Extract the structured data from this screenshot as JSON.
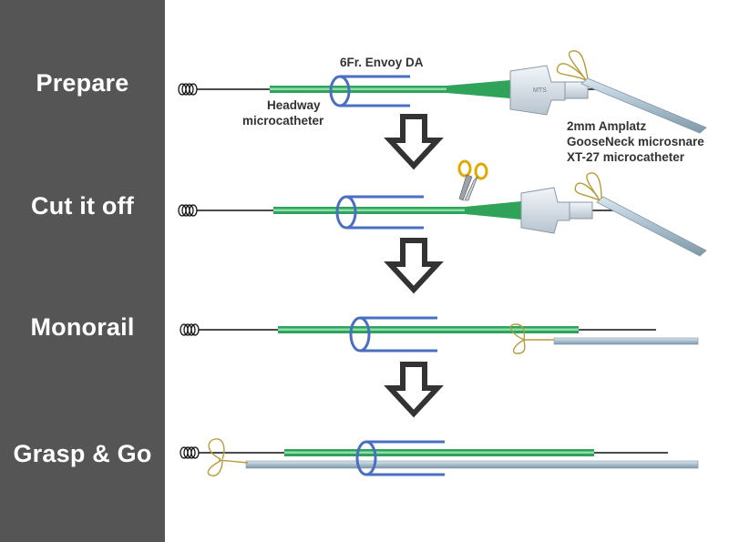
{
  "steps": [
    {
      "label": "Prepare"
    },
    {
      "label": "Cut it off"
    },
    {
      "label": "Monorail"
    },
    {
      "label": "Grasp & Go"
    }
  ],
  "annotations": {
    "envoy": "6Fr. Envoy DA",
    "headway_line1": "Headway",
    "headway_line2": "microcatheter",
    "amplatz_line1": "2mm Amplatz",
    "amplatz_line2": "GooseNeck microsnare",
    "amplatz_line3": "XT-27 microcatheter"
  },
  "colors": {
    "sidebar": "#555555",
    "guide_catheter": "#4a6fc0",
    "microcatheter": "#2fa35a",
    "snare_catheter": "#a9bfcc",
    "wire": "#111111",
    "arrow": "#333333",
    "snare_loop": "#b99a3a",
    "scissors_handle": "#e0a800"
  },
  "icons": [
    "coil-tip-icon",
    "down-arrow-icon",
    "scissors-icon",
    "snare-loop-icon",
    "hub-icon"
  ]
}
